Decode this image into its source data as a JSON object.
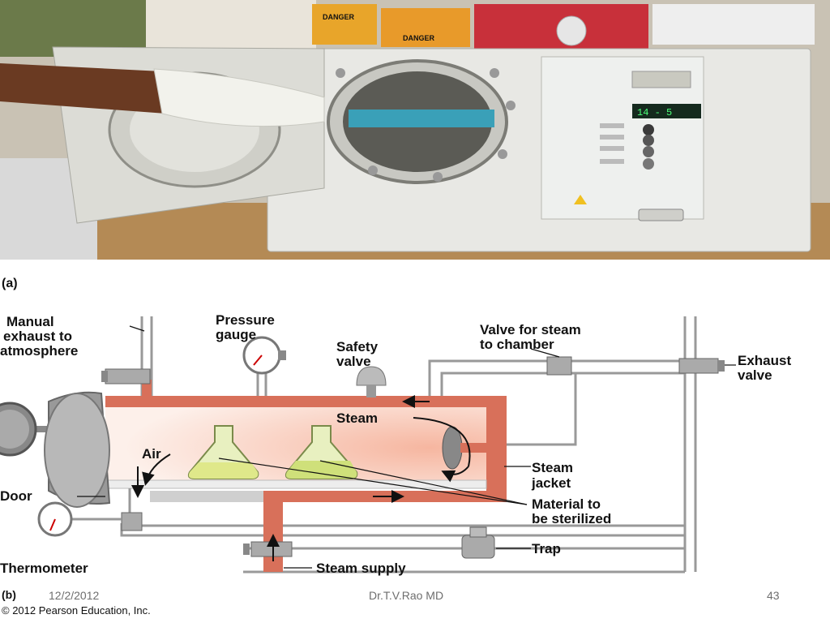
{
  "photo": {
    "sign_1": "DANGER",
    "sign_2": "DANGER",
    "display_reading": "14 - 5"
  },
  "diagram": {
    "panel_a": "(a)",
    "panel_b": "(b)",
    "labels": {
      "manual_exhaust": [
        "Manual",
        "exhaust to",
        "atmosphere"
      ],
      "pressure_gauge": [
        "Pressure",
        "gauge"
      ],
      "safety_valve": [
        "Safety",
        "valve"
      ],
      "valve_steam": [
        "Valve for steam",
        "to chamber"
      ],
      "exhaust_valve": [
        "Exhaust",
        "valve"
      ],
      "steam": "Steam",
      "air": "Air",
      "door": "Door",
      "steam_jacket": [
        "Steam",
        "jacket"
      ],
      "material": [
        "Material to",
        "be sterilized"
      ],
      "thermometer": "Thermometer",
      "trap": "Trap",
      "steam_supply": "Steam supply"
    },
    "copyright": "© 2012 Pearson Education, Inc."
  },
  "footer": {
    "date": "12/2/2012",
    "author": "Dr.T.V.Rao MD",
    "page": "43"
  },
  "colors": {
    "pipe": "#d8705a",
    "jacket": "#e8907a",
    "flask": "#dfe88a",
    "metal": "#9a9a9a"
  }
}
